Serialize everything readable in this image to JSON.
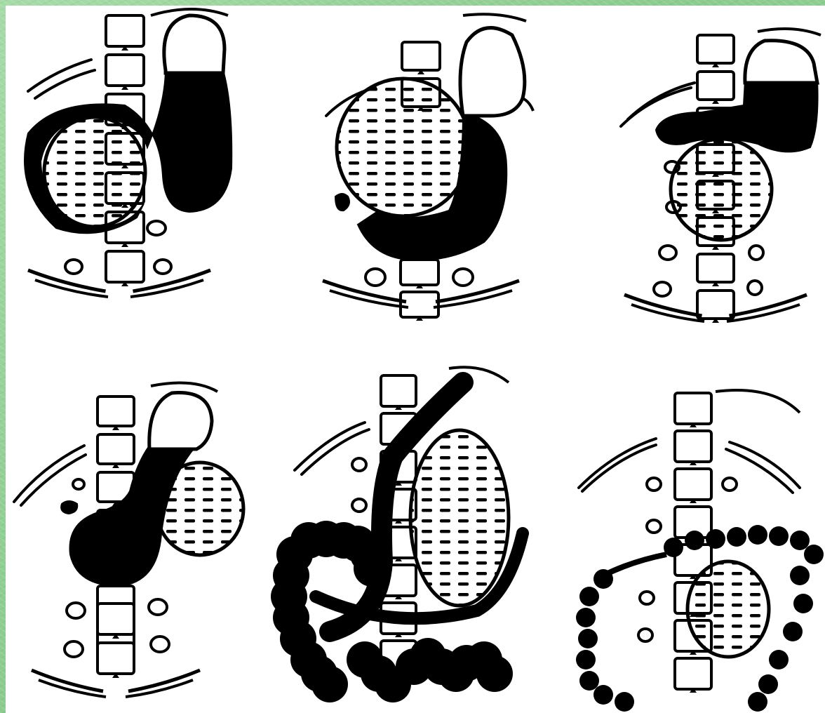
{
  "figure": {
    "panels": [
      {
        "id": "top-left"
      },
      {
        "id": "top-middle"
      },
      {
        "id": "top-right"
      },
      {
        "id": "bottom-left"
      },
      {
        "id": "bottom-middle"
      },
      {
        "id": "bottom-right"
      }
    ]
  },
  "colors": {
    "background": "#8fcf92",
    "canvas": "#ffffff",
    "ink": "#000000"
  }
}
